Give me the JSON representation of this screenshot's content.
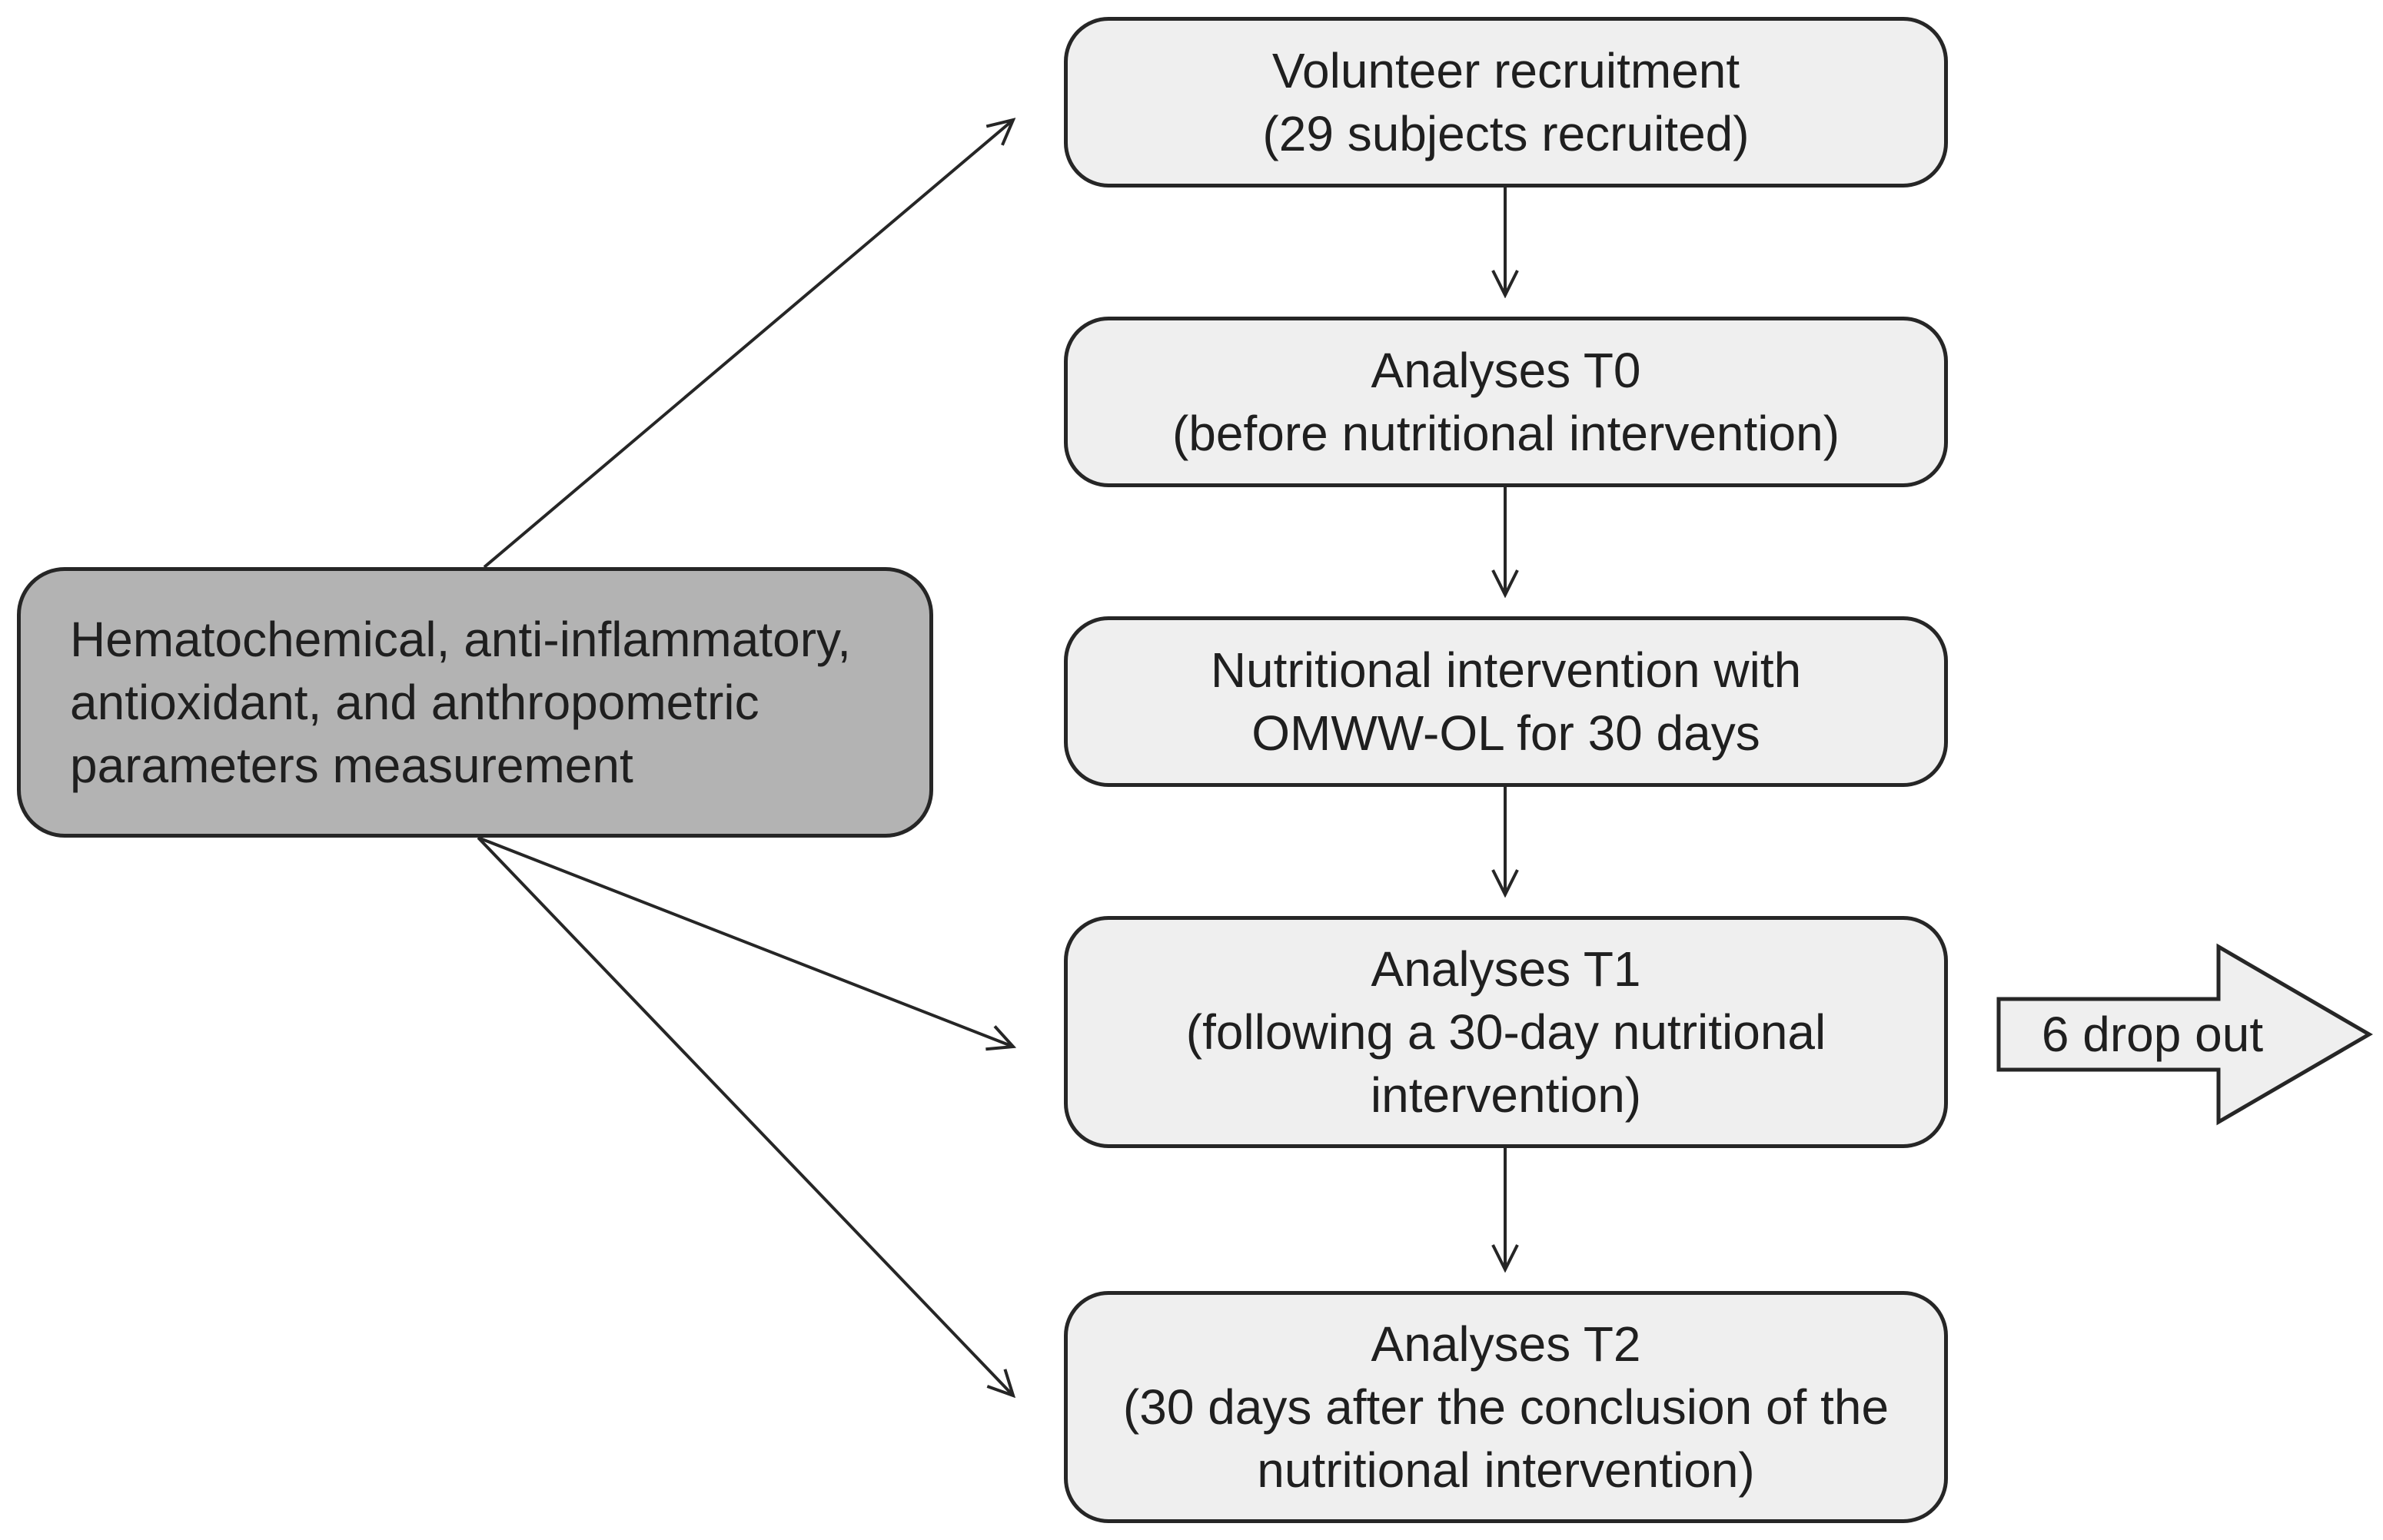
{
  "source": {
    "lines": [
      "Hematochemical, anti-inflammatory,",
      "antioxidant, and anthropometric",
      "parameters measurement"
    ]
  },
  "steps": {
    "recruit": {
      "lines": [
        "Volunteer recruitment",
        "(29 subjects recruited)"
      ]
    },
    "t0": {
      "lines": [
        "Analyses T0",
        "(before nutritional intervention)"
      ]
    },
    "intervention": {
      "lines": [
        "Nutritional intervention with",
        "OMWW-OL for 30 days"
      ]
    },
    "t1": {
      "lines": [
        "Analyses T1",
        "(following a 30-day nutritional",
        "intervention)"
      ]
    },
    "t2": {
      "lines": [
        "Analyses T2",
        "(30 days after the conclusion of the",
        "nutritional intervention)"
      ]
    }
  },
  "dropout": {
    "label": "6 drop out"
  },
  "colors": {
    "step_fill": "#efefef",
    "source_fill": "#b3b3b3",
    "stroke": "#262626"
  }
}
